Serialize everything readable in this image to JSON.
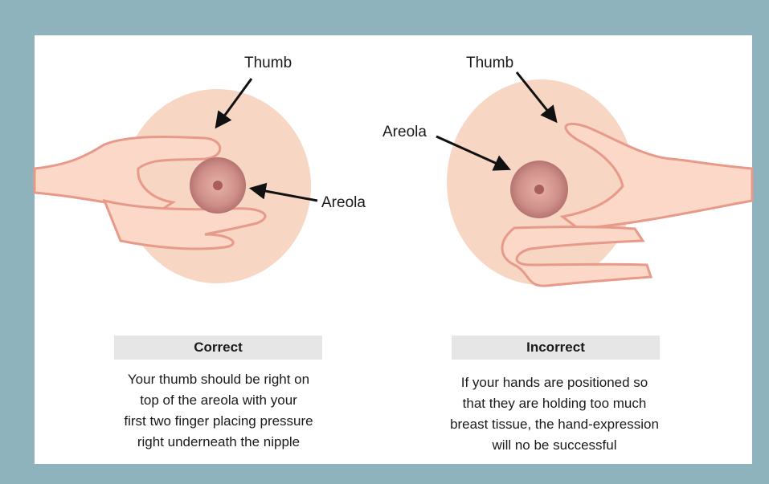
{
  "correct": {
    "thumb_label": "Thumb",
    "areola_label": "Areola",
    "heading": "Correct",
    "caption_lines": [
      "Your thumb should be right on",
      "top of the areola with your",
      "first two finger placing pressure",
      "right underneath the nipple"
    ]
  },
  "incorrect": {
    "thumb_label": "Thumb",
    "areola_label": "Areola",
    "heading": "Incorrect",
    "caption_lines": [
      "If your hands are positioned so",
      "that they are holding too much",
      "breast tissue, the hand-expression",
      "will no be successful"
    ]
  },
  "colors": {
    "background": "#8fb3bd",
    "breast": "#f8d6c4",
    "areola": "#c98a86",
    "skin": "#fbd8c7",
    "skin_outline": "#e79a8a",
    "heading_bar": "#e6e6e6"
  }
}
